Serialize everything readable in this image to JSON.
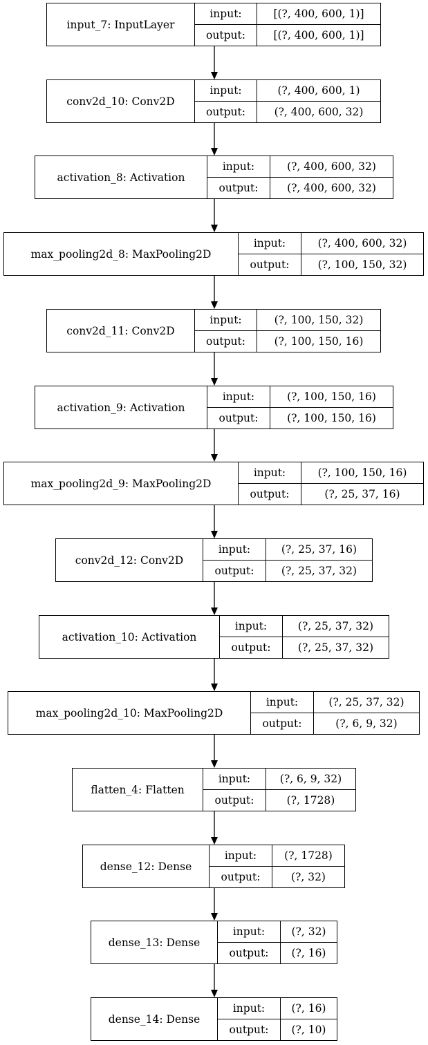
{
  "port_labels": {
    "input": "input:",
    "output": "output:"
  },
  "layers": [
    {
      "name": "input_7: InputLayer",
      "input": "[(?, 400, 600, 1)]",
      "output": "[(?, 400, 600, 1)]"
    },
    {
      "name": "conv2d_10: Conv2D",
      "input": "(?, 400, 600, 1)",
      "output": "(?, 400, 600, 32)"
    },
    {
      "name": "activation_8: Activation",
      "input": "(?, 400, 600, 32)",
      "output": "(?, 400, 600, 32)"
    },
    {
      "name": "max_pooling2d_8: MaxPooling2D",
      "input": "(?, 400, 600, 32)",
      "output": "(?, 100, 150, 32)"
    },
    {
      "name": "conv2d_11: Conv2D",
      "input": "(?, 100, 150, 32)",
      "output": "(?, 100, 150, 16)"
    },
    {
      "name": "activation_9: Activation",
      "input": "(?, 100, 150, 16)",
      "output": "(?, 100, 150, 16)"
    },
    {
      "name": "max_pooling2d_9: MaxPooling2D",
      "input": "(?, 100, 150, 16)",
      "output": "(?, 25, 37, 16)"
    },
    {
      "name": "conv2d_12: Conv2D",
      "input": "(?, 25, 37, 16)",
      "output": "(?, 25, 37, 32)"
    },
    {
      "name": "activation_10: Activation",
      "input": "(?, 25, 37, 32)",
      "output": "(?, 25, 37, 32)"
    },
    {
      "name": "max_pooling2d_10: MaxPooling2D",
      "input": "(?, 25, 37, 32)",
      "output": "(?, 6, 9, 32)"
    },
    {
      "name": "flatten_4: Flatten",
      "input": "(?, 6, 9, 32)",
      "output": "(?, 1728)"
    },
    {
      "name": "dense_12: Dense",
      "input": "(?, 1728)",
      "output": "(?, 32)"
    },
    {
      "name": "dense_13: Dense",
      "input": "(?, 32)",
      "output": "(?, 16)"
    },
    {
      "name": "dense_14: Dense",
      "input": "(?, 16)",
      "output": "(?, 10)"
    }
  ]
}
